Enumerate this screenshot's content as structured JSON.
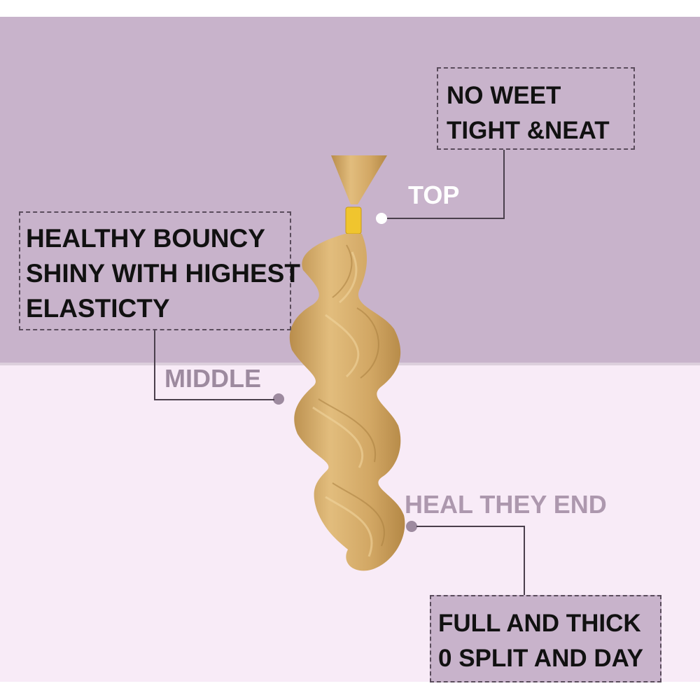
{
  "colors": {
    "top_band": "#c8b3cb",
    "bottom_band": "#f8ebf7",
    "hair": "#d4a966",
    "hair_band": "#f0c52e"
  },
  "hair_image": {
    "icon": "body-wave-hair-bundle-icon"
  },
  "callouts": {
    "top": {
      "lines": [
        "NO WEET",
        "TIGHT &NEAT"
      ],
      "label": "TOP"
    },
    "middle": {
      "lines": [
        "HEALTHY BOUNCY",
        "SHINY WITH HIGHEST",
        "ELASTICTY"
      ],
      "label": "MIDDLE"
    },
    "end": {
      "lines": [
        "FULL AND THICK",
        "0 SPLIT AND DAY"
      ],
      "label": "HEAL THEY END"
    }
  }
}
